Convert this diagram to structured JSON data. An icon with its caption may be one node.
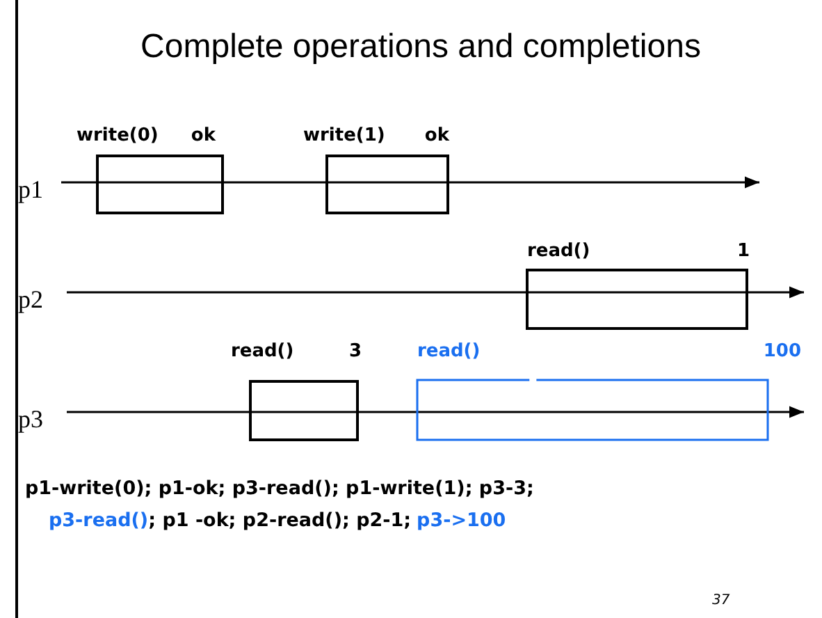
{
  "diagram": {
    "title": "Complete operations and completions",
    "nodes": [
      {
        "text": [
          "write(0)",
          "ok"
        ]
      },
      {
        "text": [
          "write(1)",
          "ok"
        ]
      },
      {
        "text": [
          "read()",
          "1"
        ]
      },
      {
        "text": [
          "read()",
          "3"
        ]
      },
      {
        "text": [
          "read()",
          "100"
        ]
      }
    ],
    "edges": [],
    "labels": [
      "p1",
      "p2",
      "p3",
      "p1-write(0); p1-ok; p3-read(); p1-write(1); p3-3;",
      "p3-read()",
      "; p1 -ok; p2-read(); p2-1;",
      "p3->100",
      "37"
    ]
  }
}
